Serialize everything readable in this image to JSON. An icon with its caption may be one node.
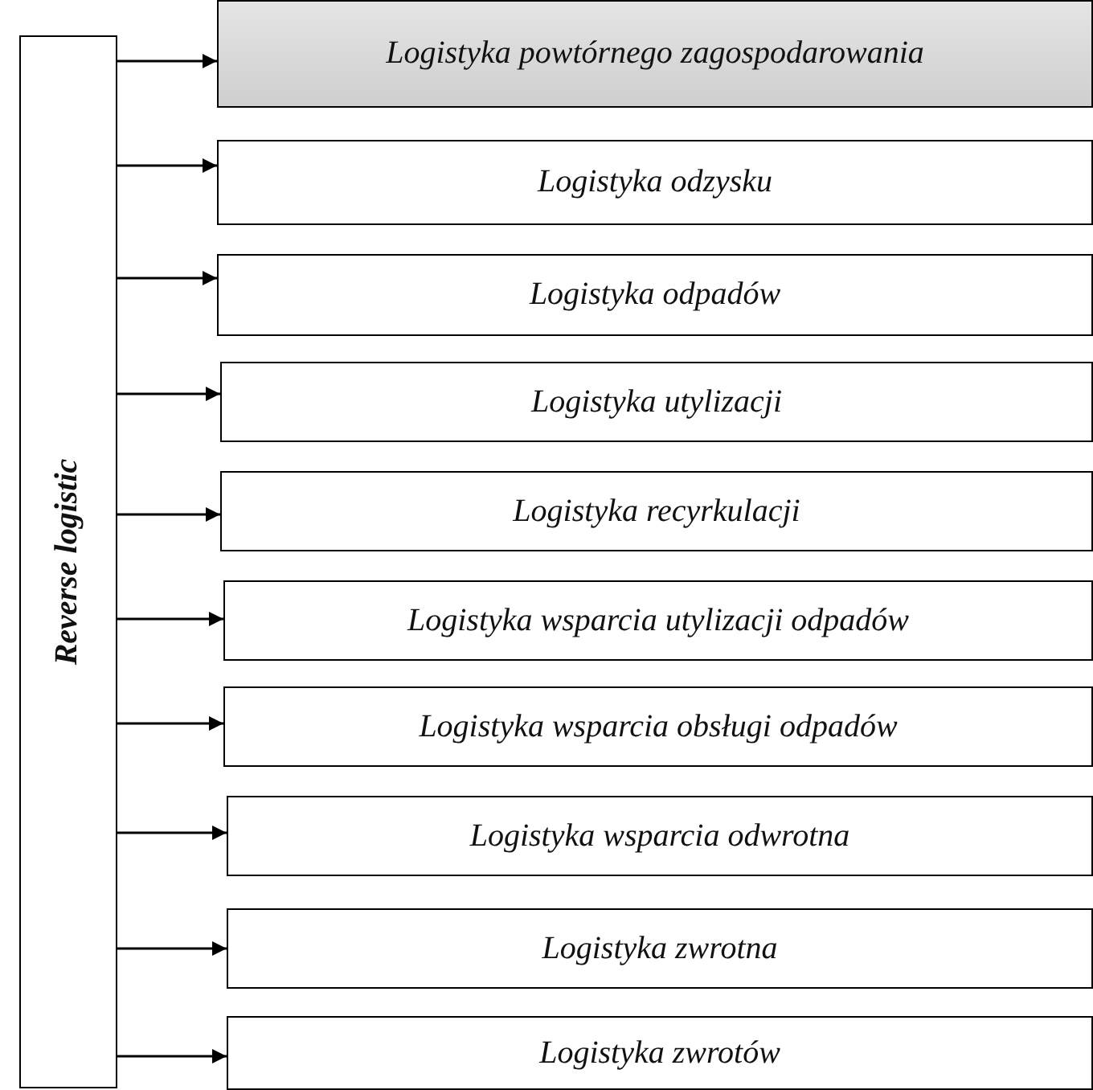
{
  "diagram": {
    "nodes": [
      {
        "text": [
          "Reverse logistic"
        ]
      },
      {
        "text": [
          "Logistyka powtórnego zagospodarowania"
        ]
      },
      {
        "text": [
          "Logistyka odzysku"
        ]
      },
      {
        "text": [
          "Logistyka odpadów"
        ]
      },
      {
        "text": [
          "Logistyka utylizacji"
        ]
      },
      {
        "text": [
          "Logistyka recyrkulacji"
        ]
      },
      {
        "text": [
          "Logistyka wsparcia utylizacji odpadów"
        ]
      },
      {
        "text": [
          "Logistyka wsparcia obsługi odpadów"
        ]
      },
      {
        "text": [
          "Logistyka wsparcia odwrotna"
        ]
      },
      {
        "text": [
          "Logistyka zwrotna"
        ]
      },
      {
        "text": [
          "Logistyka zwrotów"
        ]
      }
    ],
    "edges": [
      {
        "from": 0,
        "to": 1,
        "arrow": "to"
      },
      {
        "from": 0,
        "to": 2,
        "arrow": "to"
      },
      {
        "from": 0,
        "to": 3,
        "arrow": "to"
      },
      {
        "from": 0,
        "to": 4,
        "arrow": "to"
      },
      {
        "from": 0,
        "to": 5,
        "arrow": "to"
      },
      {
        "from": 0,
        "to": 6,
        "arrow": "to"
      },
      {
        "from": 0,
        "to": 7,
        "arrow": "to"
      },
      {
        "from": 0,
        "to": 8,
        "arrow": "to"
      },
      {
        "from": 0,
        "to": 9,
        "arrow": "to"
      },
      {
        "from": 0,
        "to": 10,
        "arrow": "to"
      }
    ]
  }
}
